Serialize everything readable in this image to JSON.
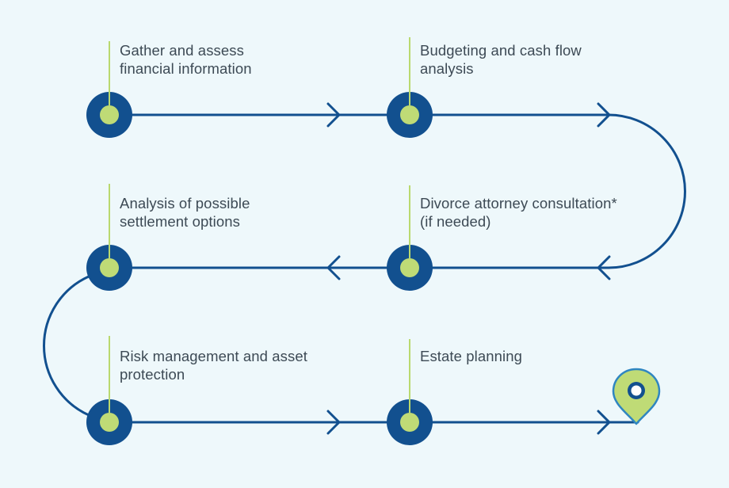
{
  "colors": {
    "background": "#eef8fb",
    "path": "#12508f",
    "node_outer": "#12508f",
    "node_inner": "#bfdb76",
    "stem": "#b9d96e",
    "pin_fill": "#bfdb76",
    "pin_outline": "#2f86c1",
    "text": "#3d4a55"
  },
  "steps": [
    {
      "line1": "Gather and assess",
      "line2": "financial information"
    },
    {
      "line1": "Budgeting and cash flow",
      "line2": "analysis"
    },
    {
      "line1": "Divorce attorney consultation*",
      "line2": "(if needed)"
    },
    {
      "line1": "Analysis of possible",
      "line2": "settlement options"
    },
    {
      "line1": "Risk management and asset",
      "line2": "protection"
    },
    {
      "line1": "Estate planning",
      "line2": ""
    }
  ],
  "destination_icon": "map-pin-icon",
  "flow_direction_icon": "chevron-arrow-icon"
}
